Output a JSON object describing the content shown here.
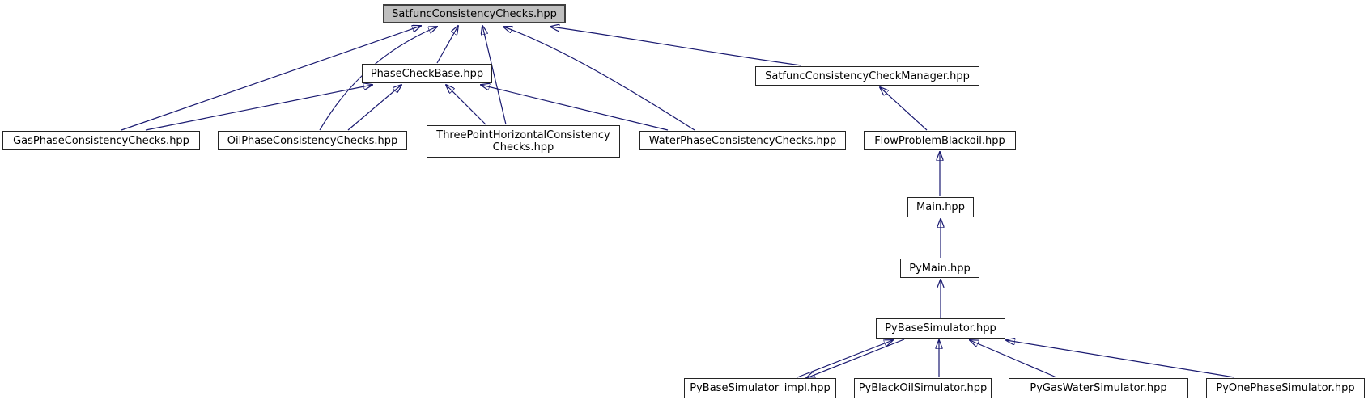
{
  "graph": {
    "kind": "include-dependency-graph",
    "background_color": "#ffffff",
    "edge_color": "#191970",
    "root_fill_color": "#bfbfbf",
    "node_border_color": "#242424",
    "nodes": [
      {
        "id": "SatfuncConsistencyChecks",
        "label": "SatfuncConsistencyChecks.hpp",
        "role": "root"
      },
      {
        "id": "PhaseCheckBase",
        "label": "PhaseCheckBase.hpp",
        "role": "file"
      },
      {
        "id": "SatfuncConsistencyCheckManager",
        "label": "SatfuncConsistencyCheckManager.hpp",
        "role": "file"
      },
      {
        "id": "GasPhaseConsistencyChecks",
        "label": "GasPhaseConsistencyChecks.hpp",
        "role": "file"
      },
      {
        "id": "OilPhaseConsistencyChecks",
        "label": "OilPhaseConsistencyChecks.hpp",
        "role": "file"
      },
      {
        "id": "ThreePointHorizontalConsistencyChecks",
        "label": "ThreePointHorizontalConsistency Checks.hpp",
        "role": "file"
      },
      {
        "id": "WaterPhaseConsistencyChecks",
        "label": "WaterPhaseConsistencyChecks.hpp",
        "role": "file"
      },
      {
        "id": "FlowProblemBlackoil",
        "label": "FlowProblemBlackoil.hpp",
        "role": "file"
      },
      {
        "id": "Main",
        "label": "Main.hpp",
        "role": "file"
      },
      {
        "id": "PyMain",
        "label": "PyMain.hpp",
        "role": "file"
      },
      {
        "id": "PyBaseSimulator",
        "label": "PyBaseSimulator.hpp",
        "role": "file"
      },
      {
        "id": "PyBaseSimulator_impl",
        "label": "PyBaseSimulator_impl.hpp",
        "role": "file"
      },
      {
        "id": "PyBlackOilSimulator",
        "label": "PyBlackOilSimulator.hpp",
        "role": "file"
      },
      {
        "id": "PyGasWaterSimulator",
        "label": "PyGasWaterSimulator.hpp",
        "role": "file"
      },
      {
        "id": "PyOnePhaseSimulator",
        "label": "PyOnePhaseSimulator.hpp",
        "role": "file"
      }
    ],
    "edges": [
      {
        "from": "GasPhaseConsistencyChecks",
        "to": "SatfuncConsistencyChecks"
      },
      {
        "from": "OilPhaseConsistencyChecks",
        "to": "SatfuncConsistencyChecks"
      },
      {
        "from": "PhaseCheckBase",
        "to": "SatfuncConsistencyChecks"
      },
      {
        "from": "ThreePointHorizontalConsistencyChecks",
        "to": "SatfuncConsistencyChecks"
      },
      {
        "from": "WaterPhaseConsistencyChecks",
        "to": "SatfuncConsistencyChecks"
      },
      {
        "from": "SatfuncConsistencyCheckManager",
        "to": "SatfuncConsistencyChecks"
      },
      {
        "from": "GasPhaseConsistencyChecks",
        "to": "PhaseCheckBase"
      },
      {
        "from": "OilPhaseConsistencyChecks",
        "to": "PhaseCheckBase"
      },
      {
        "from": "ThreePointHorizontalConsistencyChecks",
        "to": "PhaseCheckBase"
      },
      {
        "from": "WaterPhaseConsistencyChecks",
        "to": "PhaseCheckBase"
      },
      {
        "from": "FlowProblemBlackoil",
        "to": "SatfuncConsistencyCheckManager"
      },
      {
        "from": "Main",
        "to": "FlowProblemBlackoil"
      },
      {
        "from": "PyMain",
        "to": "Main"
      },
      {
        "from": "PyBaseSimulator",
        "to": "PyMain"
      },
      {
        "from": "PyBaseSimulator_impl",
        "to": "PyBaseSimulator"
      },
      {
        "from": "PyBaseSimulator",
        "to": "PyBaseSimulator_impl"
      },
      {
        "from": "PyBlackOilSimulator",
        "to": "PyBaseSimulator"
      },
      {
        "from": "PyGasWaterSimulator",
        "to": "PyBaseSimulator"
      },
      {
        "from": "PyOnePhaseSimulator",
        "to": "PyBaseSimulator"
      }
    ]
  }
}
